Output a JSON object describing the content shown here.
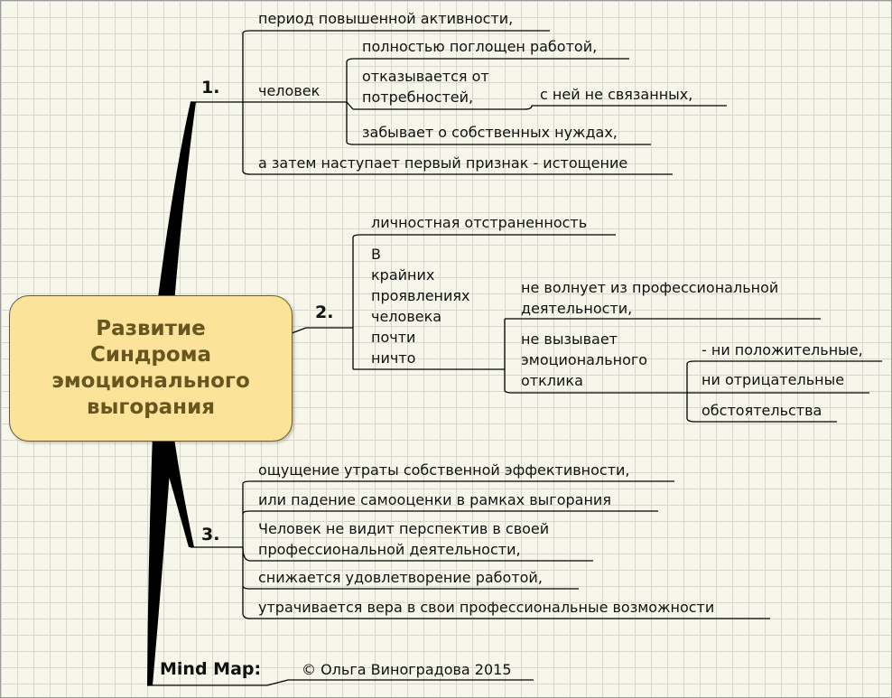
{
  "central": "Развитие Синдрома эмоционального выгорания",
  "branch1": {
    "number": "1.",
    "intro": "период повышенной активности,",
    "subject": "человек",
    "sub1": "полностью поглощен работой,",
    "sub2": "отказывается от потребностей,",
    "sub2_detail": "с ней не связанных,",
    "sub3": "забывает о собственных нуждах,",
    "outro": "а затем наступает первый признак - истощение"
  },
  "branch2": {
    "number": "2.",
    "item1": "личностная отстраненность",
    "item2": [
      "В",
      "крайних",
      "проявлениях",
      "человека",
      "почти",
      "ничто"
    ],
    "sub1": "не волнует из профессиональной деятельности,",
    "sub2": [
      "не вызывает",
      "эмоционального",
      "отклика"
    ],
    "leaf1": "- ни положительные,",
    "leaf2": "ни отрицательные",
    "leaf3": "обстоятельства"
  },
  "branch3": {
    "number": "3.",
    "items": [
      "ощущение утраты собственной эффективности,",
      "или падение самооценки в рамках выгорания",
      "Человек не видит перспектив в своей профессиональной деятельности,",
      "снижается удовлетворение работой,",
      "утрачивается вера в свои профессиональные возможности"
    ]
  },
  "footer": {
    "label": "Mind Map:",
    "credit": "© Ольга Виноградова 2015"
  }
}
